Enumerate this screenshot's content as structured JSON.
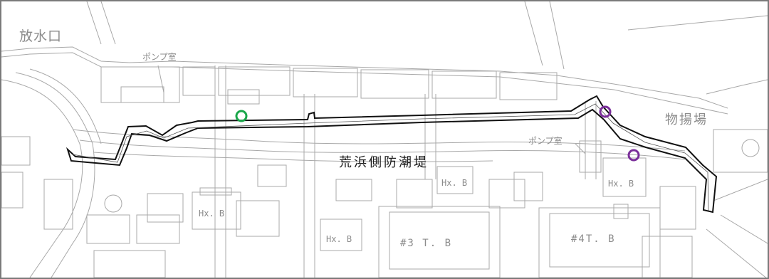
{
  "map": {
    "labels": {
      "outfall": "放水口",
      "pump_room_1": "ポンプ室",
      "pump_room_2": "ポンプ室",
      "unloading_area": "物揚場",
      "seawall": "荒浜側防潮堤",
      "hx_building_1": "Hx. B",
      "hx_building_2": "Hx. B",
      "hx_building_3": "Hx. B",
      "hx_building_4": "Hx. B",
      "turbine_building_3": "#3 T. B",
      "turbine_building_4": "#4T. B"
    },
    "markers": [
      {
        "name": "green-marker",
        "color": "#1aa64a"
      },
      {
        "name": "purple-marker-1",
        "color": "#7a2e9a"
      },
      {
        "name": "purple-marker-2",
        "color": "#7a2e9a"
      }
    ],
    "colors": {
      "seawall_line": "#111111",
      "background_linework": "#9a9a9a",
      "frame": "#7a7a7a"
    }
  }
}
